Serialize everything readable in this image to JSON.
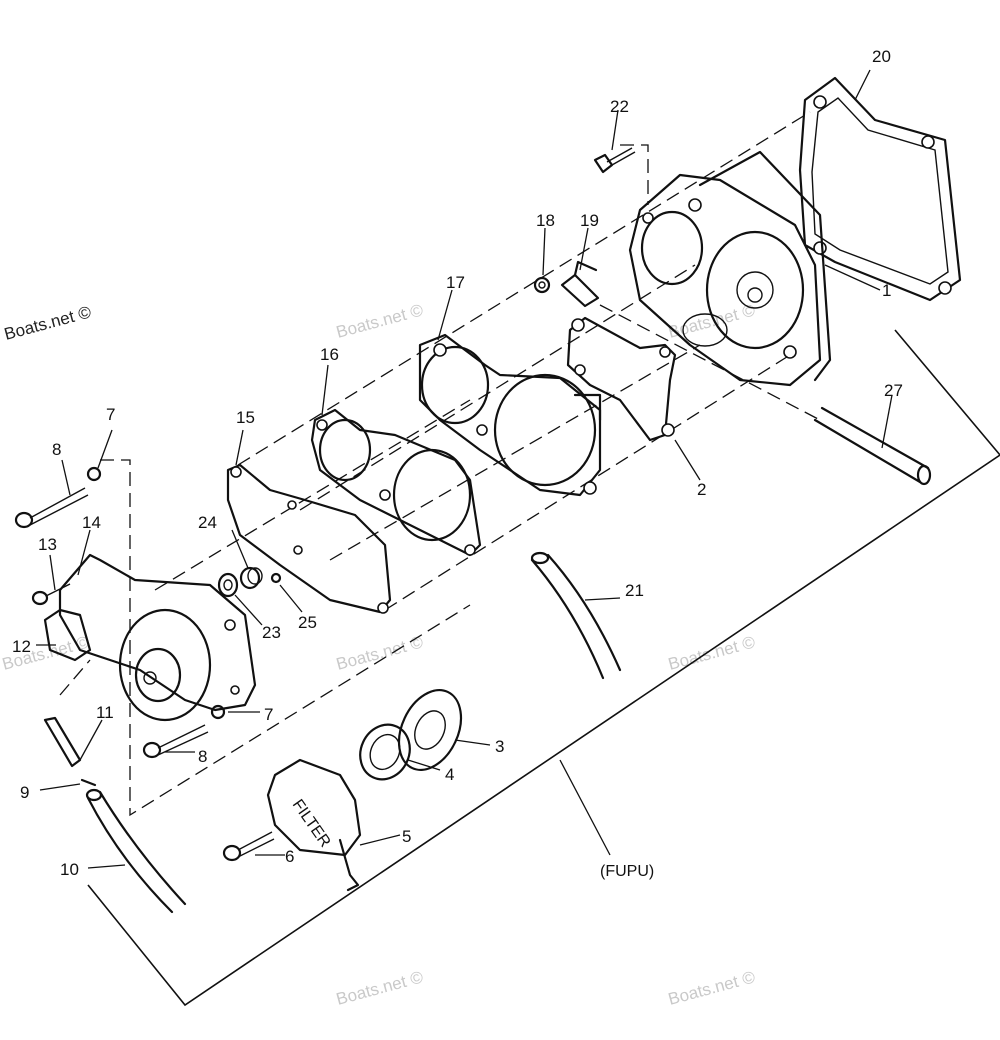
{
  "watermark": {
    "main": "Boats.net ©",
    "faint": [
      "Boats.net ©",
      "Boats.net ©",
      "Boats.net ©",
      "Boats.net ©",
      "Boats.net ©",
      "Boats.net ©",
      "Boats.net ©"
    ]
  },
  "assembly_label": "(FUPU)",
  "filter_text": "FILTER",
  "callouts": [
    {
      "id": "p1",
      "num": "1"
    },
    {
      "id": "p2",
      "num": "2"
    },
    {
      "id": "p3",
      "num": "3"
    },
    {
      "id": "p4",
      "num": "4"
    },
    {
      "id": "p5",
      "num": "5"
    },
    {
      "id": "p6",
      "num": "6"
    },
    {
      "id": "p7a",
      "num": "7"
    },
    {
      "id": "p7b",
      "num": "7"
    },
    {
      "id": "p8a",
      "num": "8"
    },
    {
      "id": "p8b",
      "num": "8"
    },
    {
      "id": "p9",
      "num": "9"
    },
    {
      "id": "p10",
      "num": "10"
    },
    {
      "id": "p11",
      "num": "11"
    },
    {
      "id": "p12",
      "num": "12"
    },
    {
      "id": "p13",
      "num": "13"
    },
    {
      "id": "p14",
      "num": "14"
    },
    {
      "id": "p15",
      "num": "15"
    },
    {
      "id": "p16",
      "num": "16"
    },
    {
      "id": "p17",
      "num": "17"
    },
    {
      "id": "p18",
      "num": "18"
    },
    {
      "id": "p19",
      "num": "19"
    },
    {
      "id": "p20",
      "num": "20"
    },
    {
      "id": "p21",
      "num": "21"
    },
    {
      "id": "p22",
      "num": "22"
    },
    {
      "id": "p23",
      "num": "23"
    },
    {
      "id": "p24",
      "num": "24"
    },
    {
      "id": "p25",
      "num": "25"
    },
    {
      "id": "p27",
      "num": "27"
    }
  ]
}
